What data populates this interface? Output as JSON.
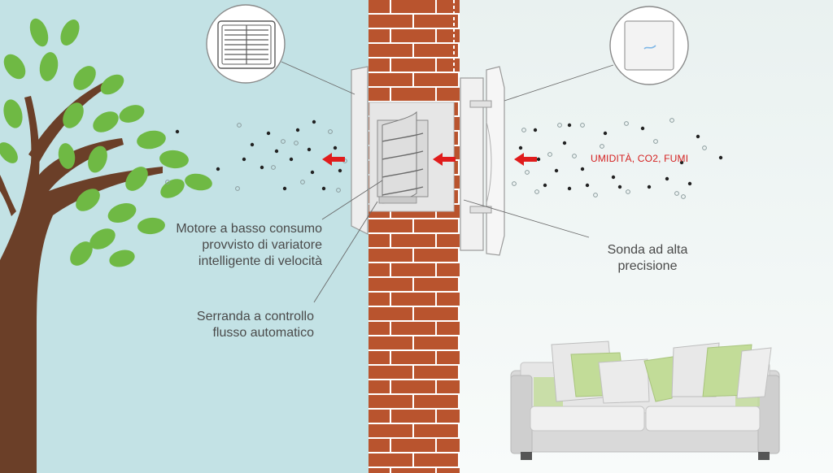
{
  "labels": {
    "motor": [
      "Motore a basso consumo",
      "provvisto di variatore",
      "intelligente di velocità"
    ],
    "damper": [
      "Serranda a controllo",
      "flusso automatico"
    ],
    "probe": [
      "Sonda ad alta",
      "precisione"
    ],
    "pollutants": "UMIDITÀ, CO2, FUMI"
  },
  "icons": {
    "grille": "vent-grille-icon",
    "probe_panel": "probe-panel-icon",
    "arrow": "left-arrow-icon"
  },
  "colors": {
    "outdoor_sky": "#c3e2e5",
    "indoor_wall": "#eef4f3",
    "brick": "#b9542e",
    "mortar": "#ffffff",
    "leaf": "#6fb944",
    "trunk": "#6b3f28",
    "arrow": "#e01c1c",
    "sofa": "#d6d6d6",
    "cushion_green": "#c2dc98"
  }
}
